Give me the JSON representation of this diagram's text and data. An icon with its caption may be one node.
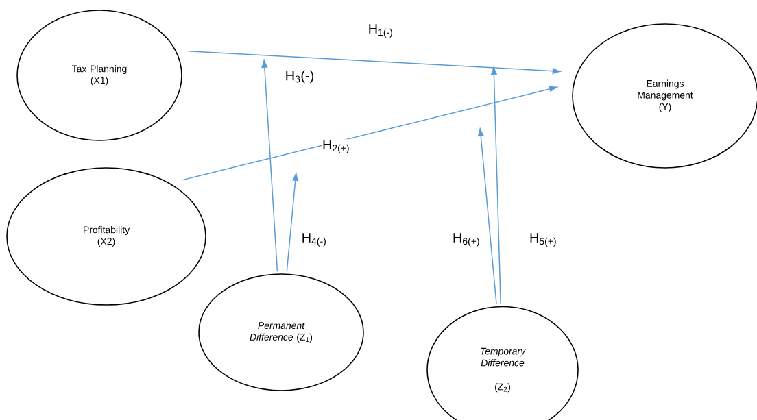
{
  "diagram": {
    "nodes": [
      {
        "text": [
          "Tax Planning (X1)"
        ]
      },
      {
        "text": [
          "Earnings Management (Y)"
        ]
      },
      {
        "text": [
          "Profitability (X2)"
        ]
      },
      {
        "text": [
          "*Permanent Difference* (Z$_{1}$)"
        ]
      },
      {
        "text": [
          "Temporary Difference",
          "(Z$_{2}$)"
        ]
      }
    ],
    "edges": [
      {
        "from": 0,
        "to": 1,
        "arrow": "to",
        "label": "H$_{1(-)}$"
      },
      {
        "from": 3,
        "to": null,
        "arrow": "to",
        "label": "H$_{3}$(-)"
      },
      {
        "from": 2,
        "to": 1,
        "arrow": "to",
        "label": "H$_{2(+)}$"
      },
      {
        "from": 3,
        "to": null,
        "arrow": "to",
        "label": "H$_{4(-)}$"
      },
      {
        "from": 4,
        "to": null,
        "arrow": "to",
        "label": "H$_{6(+)}$"
      },
      {
        "from": 4,
        "to": null,
        "arrow": "to",
        "label": "H$_{5(+)}$"
      }
    ]
  }
}
